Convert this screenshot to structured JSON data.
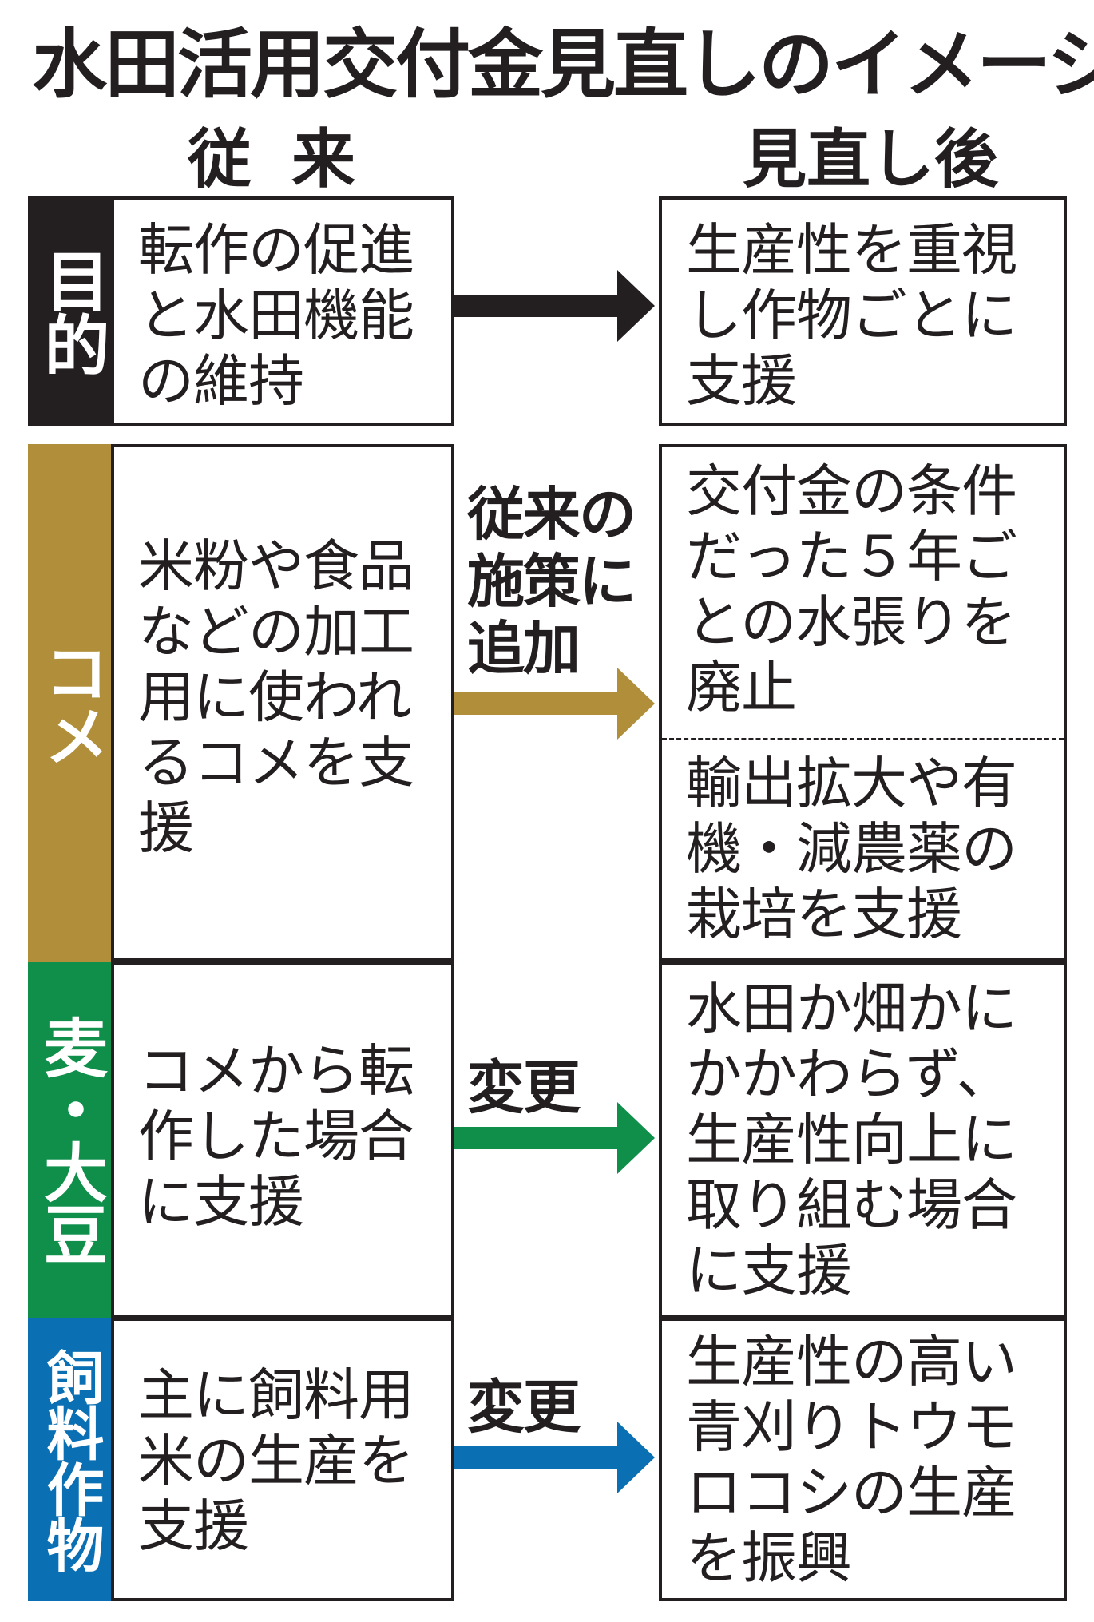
{
  "title": "水田活用交付金見直しのイメージ",
  "columns": {
    "old": "従来",
    "new": "見直し後"
  },
  "colors": {
    "black": "#231f20",
    "rice": "#b18f3a",
    "wheat": "#0f8f4a",
    "feed": "#0a6fb3"
  },
  "rows": [
    {
      "category": "目的",
      "before": "転作の促進\nと水田機能\nの維持",
      "after": "生産性を重視\nし作物ごとに\n支援",
      "arrow_label": ""
    },
    {
      "category": "コメ",
      "before": "米粉や食品\nなどの加工\n用に使われ\nるコメを支\n援",
      "after": "交付金の条件\nだった５年ご\nとの水張りを\n廃止",
      "after_extra": "輸出拡大や有\n機・減農薬の\n栽培を支援",
      "arrow_label": "従来の\n施策に\n追加"
    },
    {
      "category": "麦・大豆",
      "before": "コメから転\n作した場合\nに支援",
      "after": "水田か畑かに\nかかわらず、\n生産性向上に\n取り組む場合\nに支援",
      "arrow_label": "変更"
    },
    {
      "category": "飼料作物",
      "before": "主に飼料用\n米の生産を\n支援",
      "after": "生産性の高い\n青刈りトウモ\nロコシの生産\nを振興",
      "arrow_label": "変更"
    }
  ]
}
